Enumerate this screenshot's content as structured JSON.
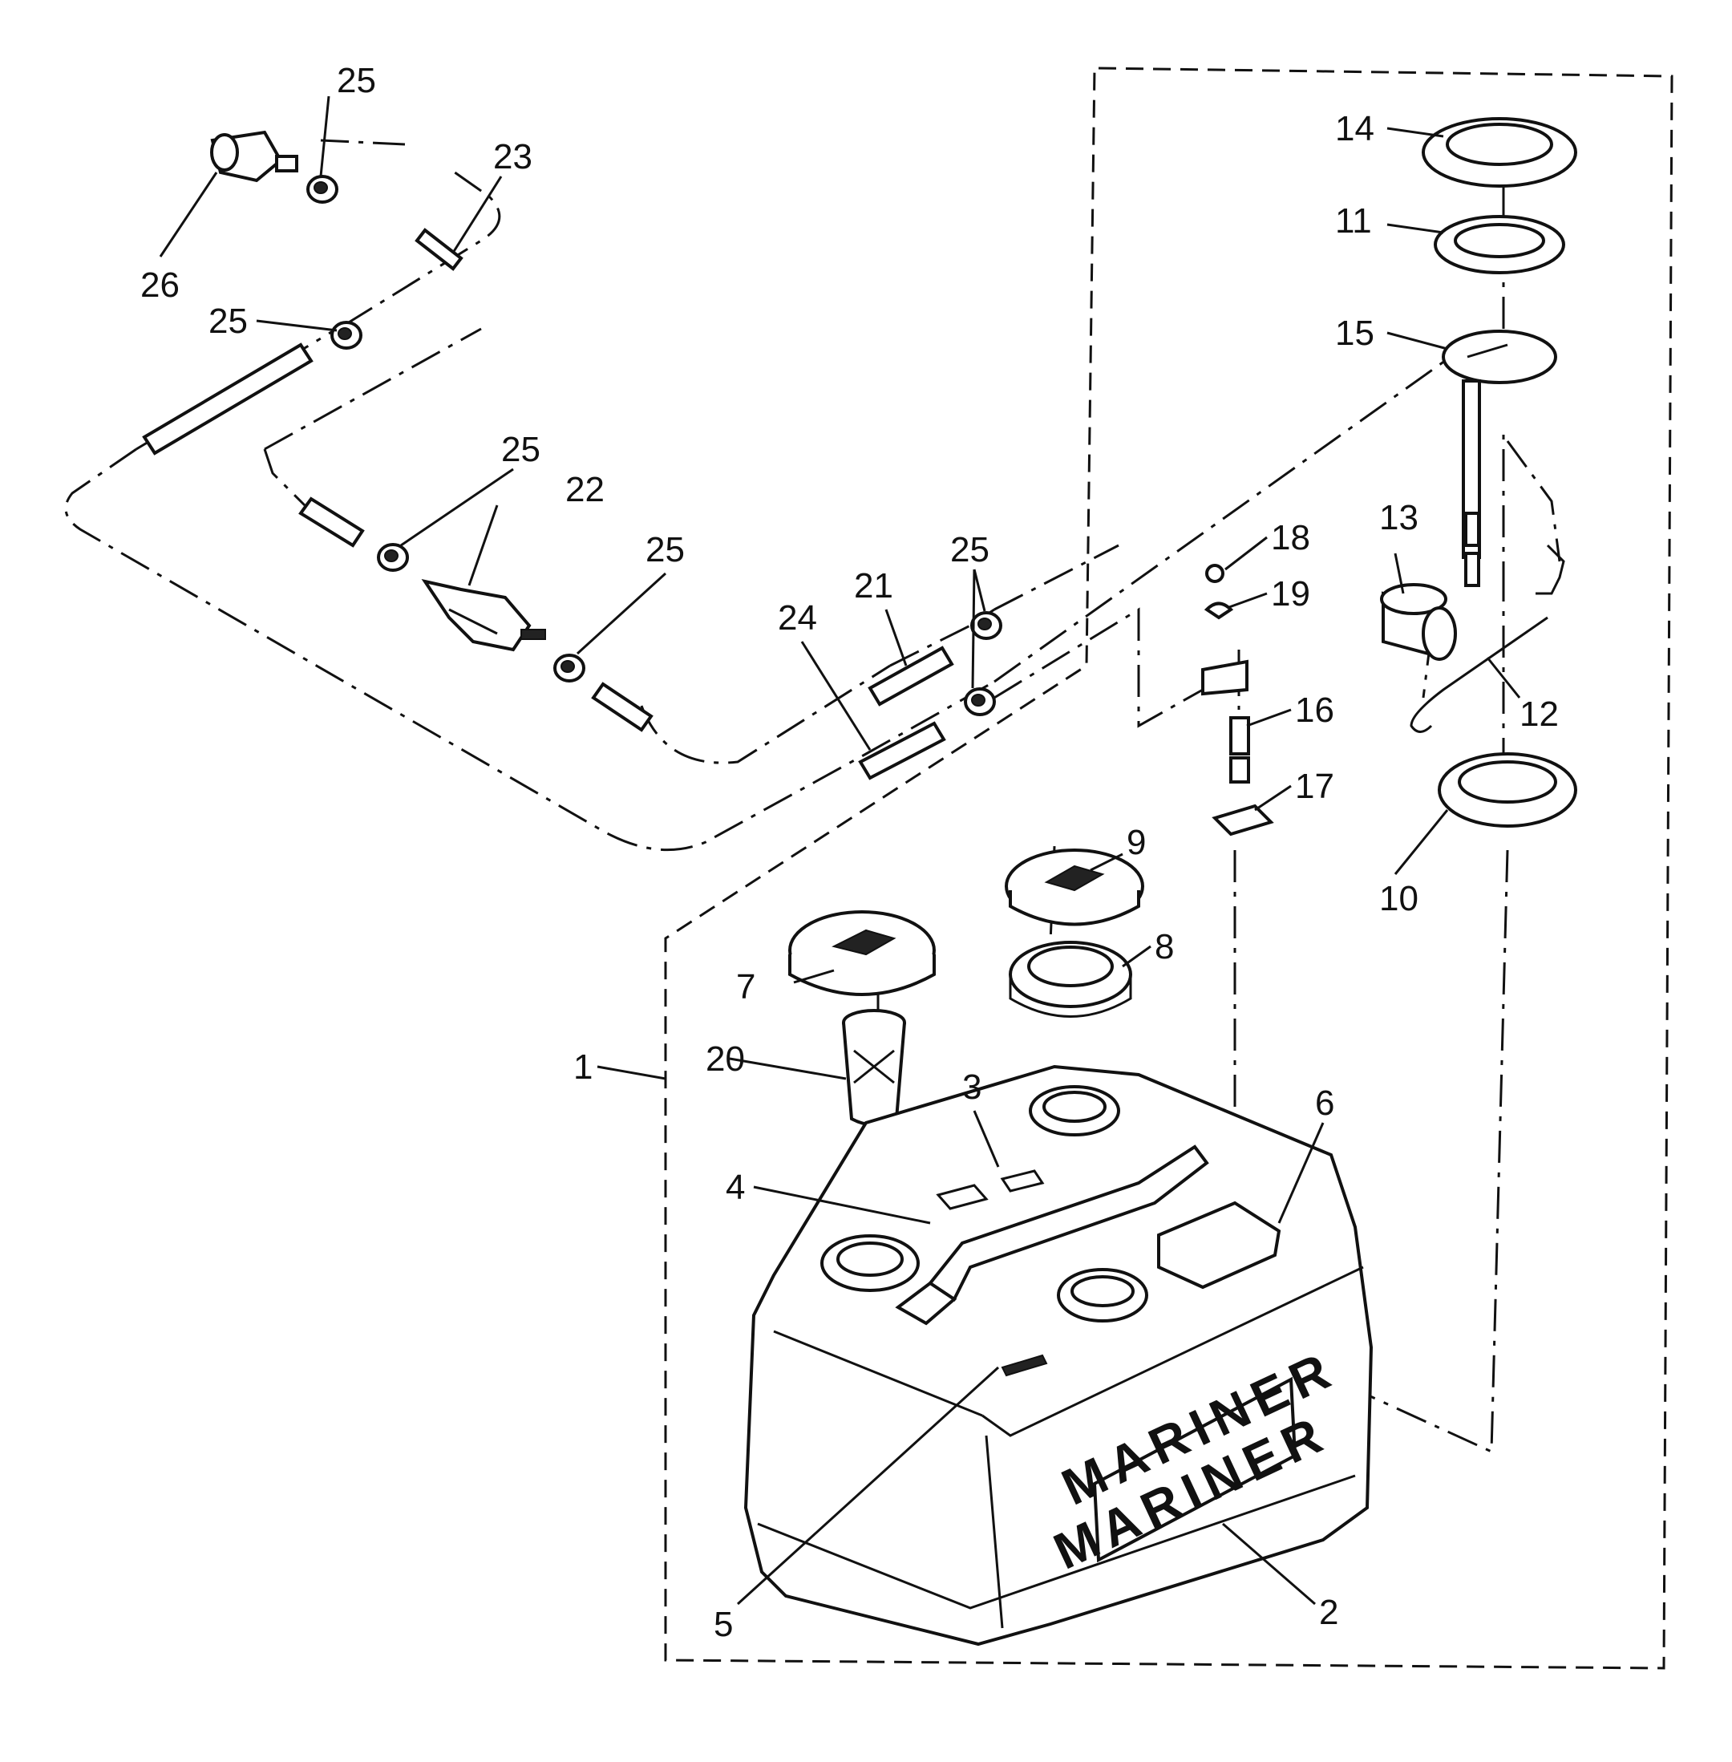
{
  "brand": {
    "label_upper": "MARINER",
    "label_lower": "MARINER"
  },
  "callouts": {
    "c1": "1",
    "c2": "2",
    "c3": "3",
    "c4": "4",
    "c5": "5",
    "c6": "6",
    "c7": "7",
    "c8": "8",
    "c9": "9",
    "c10": "10",
    "c11": "11",
    "c12": "12",
    "c13": "13",
    "c14": "14",
    "c15": "15",
    "c16": "16",
    "c17": "17",
    "c18": "18",
    "c19": "19",
    "c20": "20",
    "c21": "21",
    "c22": "22",
    "c23": "23",
    "c24": "24",
    "c25a": "25",
    "c25b": "25",
    "c25c": "25",
    "c25d": "25",
    "c25e": "25",
    "c26": "26"
  }
}
